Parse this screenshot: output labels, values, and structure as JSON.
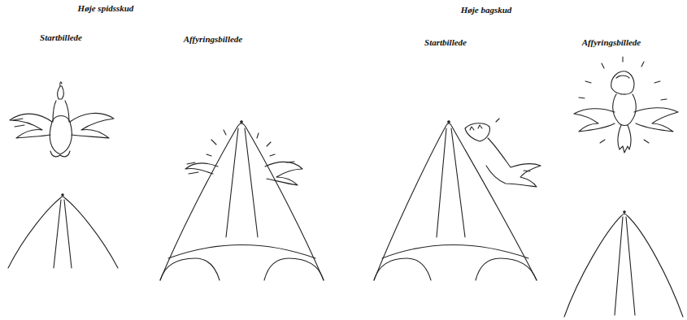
{
  "diagram": {
    "labels": [
      "Høje spidsskud",
      "Startbillede",
      "Affyringsbillede",
      "Høje bagskud",
      "Startbillede",
      "Affyringsbillede"
    ]
  }
}
